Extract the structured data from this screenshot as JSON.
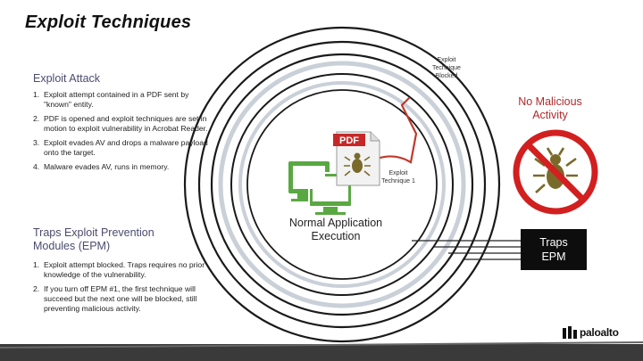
{
  "title": "Exploit Techniques",
  "exploit_attack": {
    "heading": "Exploit Attack",
    "items": [
      {
        "num": "1.",
        "text": "Exploit attempt contained in a PDF sent by \"known\" entity."
      },
      {
        "num": "2.",
        "text": "PDF is opened and exploit techniques are set in motion to exploit vulnerability in Acrobat Reader."
      },
      {
        "num": "3.",
        "text": "Exploit evades AV and drops a malware payload onto the target."
      },
      {
        "num": "4.",
        "text": "Malware evades AV, runs in memory."
      }
    ]
  },
  "traps_epm": {
    "heading": "Traps Exploit Prevention Modules (EPM)",
    "items": [
      {
        "num": "1.",
        "text": "Exploit attempt blocked. Traps requires no prior knowledge of the vulnerability."
      },
      {
        "num": "2.",
        "text": "If you turn off EPM #1, the first technique will succeed but the next one will be blocked, still preventing malicious activity."
      }
    ]
  },
  "diagram": {
    "blocked_label": "Exploit Technique Blocked",
    "technique_label": "Exploit Technique 1",
    "normal_label": "Normal Application Execution",
    "pdf_label": "PDF",
    "no_malicious": "No Malicious Activity",
    "traps_box": "Traps EPM"
  },
  "logo": {
    "text": "paloalto"
  },
  "colors": {
    "ring_dark": "#1a1a1a",
    "ring_light": "#c9d0d8",
    "computer": "#5aa842",
    "exploit_path": "#c0392b",
    "prohibit": "#d21f1f",
    "bug": "#7a6a2a"
  }
}
